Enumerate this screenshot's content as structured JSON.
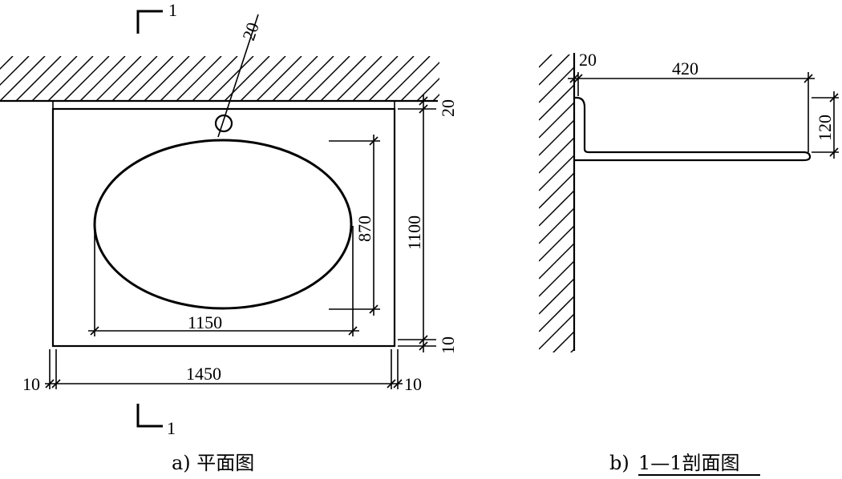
{
  "plan": {
    "section_mark": "1",
    "dimensions": {
      "hole": "20",
      "gap_top": "20",
      "height_total": "1100",
      "gap_bottom": "10",
      "basin_depth": "870",
      "basin_width": "1150",
      "width_total": "1450",
      "margin_left": "10",
      "margin_right": "10"
    },
    "caption": "a) 平面图"
  },
  "section": {
    "dimensions": {
      "thickness": "20",
      "depth": "420",
      "backsplash_height": "120"
    },
    "caption_prefix": "b) ",
    "caption_title": "1—1剖面图"
  }
}
